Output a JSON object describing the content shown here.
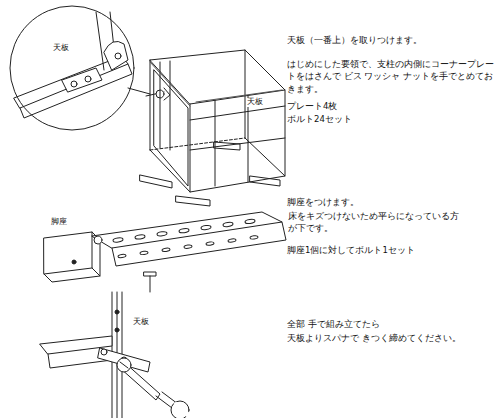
{
  "diagram": {
    "labels": [
      "天板",
      "天板",
      "天板（一番上）を取りつけます。",
      "はじめにした要領で、支柱の内側にコーナープレートをはさんで ビス ワッシャ ナットを手でとめておきます。",
      "プレート4枚",
      "ボルト24セット",
      "脚座",
      "脚座をつけます。",
      "床をキズつけないため平らになっている方が下です。",
      "脚座1個に対してボルト1セット",
      "天板",
      "全部 手で組み立てたら",
      "天板よりスパナで きつく締めてください。"
    ]
  }
}
